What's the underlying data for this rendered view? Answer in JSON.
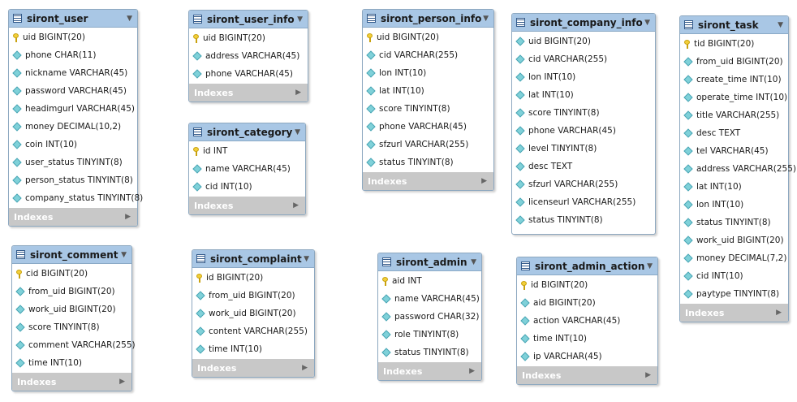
{
  "tables": [
    {
      "name": "siront_user",
      "columns": [
        {
          "text": "uid BIGINT(20)",
          "key": true
        },
        {
          "text": "phone CHAR(11)",
          "key": false
        },
        {
          "text": "nickname VARCHAR(45)",
          "key": false
        },
        {
          "text": "password VARCHAR(45)",
          "key": false
        },
        {
          "text": "headimgurl VARCHAR(45)",
          "key": false
        },
        {
          "text": "money DECIMAL(10,2)",
          "key": false
        },
        {
          "text": "coin INT(10)",
          "key": false
        },
        {
          "text": "user_status TINYINT(8)",
          "key": false
        },
        {
          "text": "person_status TINYINT(8)",
          "key": false
        },
        {
          "text": "company_status TINYINT(8)",
          "key": false
        }
      ],
      "indexes_label": "Indexes"
    },
    {
      "name": "siront_user_info",
      "columns": [
        {
          "text": "uid BIGINT(20)",
          "key": true
        },
        {
          "text": "address VARCHAR(45)",
          "key": false
        },
        {
          "text": "phone VARCHAR(45)",
          "key": false
        }
      ],
      "indexes_label": "Indexes"
    },
    {
      "name": "siront_person_info",
      "columns": [
        {
          "text": "uid BIGINT(20)",
          "key": true
        },
        {
          "text": "cid VARCHAR(255)",
          "key": false
        },
        {
          "text": "lon INT(10)",
          "key": false
        },
        {
          "text": "lat INT(10)",
          "key": false
        },
        {
          "text": "score TINYINT(8)",
          "key": false
        },
        {
          "text": "phone VARCHAR(45)",
          "key": false
        },
        {
          "text": "sfzurl VARCHAR(255)",
          "key": false
        },
        {
          "text": "status TINYINT(8)",
          "key": false
        }
      ],
      "indexes_label": "Indexes"
    },
    {
      "name": "siront_company_info",
      "columns": [
        {
          "text": "uid BIGINT(20)",
          "key": false
        },
        {
          "text": "cid VARCHAR(255)",
          "key": false
        },
        {
          "text": "lon INT(10)",
          "key": false
        },
        {
          "text": "lat INT(10)",
          "key": false
        },
        {
          "text": "score TINYINT(8)",
          "key": false
        },
        {
          "text": "phone VARCHAR(45)",
          "key": false
        },
        {
          "text": "level TINYINT(8)",
          "key": false
        },
        {
          "text": "desc TEXT",
          "key": false
        },
        {
          "text": "sfzurl VARCHAR(255)",
          "key": false
        },
        {
          "text": "licenseurl VARCHAR(255)",
          "key": false
        },
        {
          "text": "status TINYINT(8)",
          "key": false
        }
      ],
      "indexes_label": ""
    },
    {
      "name": "siront_task",
      "columns": [
        {
          "text": "tid BIGINT(20)",
          "key": true
        },
        {
          "text": "from_uid BIGINT(20)",
          "key": false
        },
        {
          "text": "create_time INT(10)",
          "key": false
        },
        {
          "text": "operate_time INT(10)",
          "key": false
        },
        {
          "text": "title VARCHAR(255)",
          "key": false
        },
        {
          "text": "desc TEXT",
          "key": false
        },
        {
          "text": "tel VARCHAR(45)",
          "key": false
        },
        {
          "text": "address VARCHAR(255)",
          "key": false
        },
        {
          "text": "lat INT(10)",
          "key": false
        },
        {
          "text": "lon INT(10)",
          "key": false
        },
        {
          "text": "status TINYINT(8)",
          "key": false
        },
        {
          "text": "work_uid BIGINT(20)",
          "key": false
        },
        {
          "text": "money DECIMAL(7,2)",
          "key": false
        },
        {
          "text": "cid INT(10)",
          "key": false
        },
        {
          "text": "paytype TINYINT(8)",
          "key": false
        }
      ],
      "indexes_label": "Indexes"
    },
    {
      "name": "siront_category",
      "columns": [
        {
          "text": "id INT",
          "key": true
        },
        {
          "text": "name VARCHAR(45)",
          "key": false
        },
        {
          "text": "cid INT(10)",
          "key": false
        }
      ],
      "indexes_label": "Indexes"
    },
    {
      "name": "siront_comment",
      "columns": [
        {
          "text": "cid BIGINT(20)",
          "key": true
        },
        {
          "text": "from_uid BIGINT(20)",
          "key": false
        },
        {
          "text": "work_uid BIGINT(20)",
          "key": false
        },
        {
          "text": "score TINYINT(8)",
          "key": false
        },
        {
          "text": "comment VARCHAR(255)",
          "key": false
        },
        {
          "text": "time INT(10)",
          "key": false
        }
      ],
      "indexes_label": "Indexes"
    },
    {
      "name": "siront_complaint",
      "columns": [
        {
          "text": "id BIGINT(20)",
          "key": true
        },
        {
          "text": "from_uid BIGINT(20)",
          "key": false
        },
        {
          "text": "work_uid BIGINT(20)",
          "key": false
        },
        {
          "text": "content VARCHAR(255)",
          "key": false
        },
        {
          "text": "time INT(10)",
          "key": false
        }
      ],
      "indexes_label": "Indexes"
    },
    {
      "name": "siront_admin",
      "columns": [
        {
          "text": "aid INT",
          "key": true
        },
        {
          "text": "name VARCHAR(45)",
          "key": false
        },
        {
          "text": "password CHAR(32)",
          "key": false
        },
        {
          "text": "role TINYINT(8)",
          "key": false
        },
        {
          "text": "status TINYINT(8)",
          "key": false
        }
      ],
      "indexes_label": "Indexes"
    },
    {
      "name": "siront_admin_action",
      "columns": [
        {
          "text": "id BIGINT(20)",
          "key": true
        },
        {
          "text": "aid BIGINT(20)",
          "key": false
        },
        {
          "text": "action VARCHAR(45)",
          "key": false
        },
        {
          "text": "time INT(10)",
          "key": false
        },
        {
          "text": "ip VARCHAR(45)",
          "key": false
        }
      ],
      "indexes_label": "Indexes"
    }
  ]
}
